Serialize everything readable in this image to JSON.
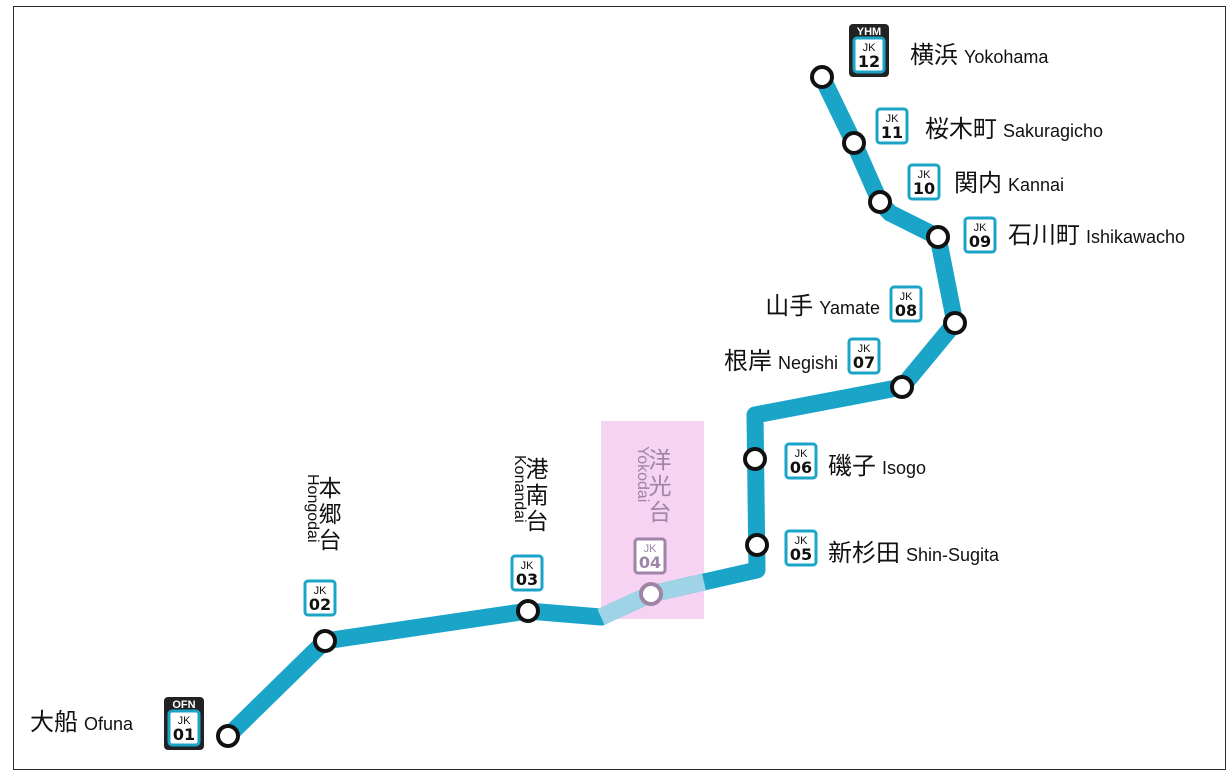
{
  "map": {
    "line_code": "JK",
    "line_color": "#1aa5c8",
    "highlight_color": "#f6d2f3",
    "dimmed_color": "#9e84a6",
    "stations": [
      {
        "code": "JK",
        "num": "01",
        "jp": "大船",
        "en": "Ofuna",
        "transfer": "OFN"
      },
      {
        "code": "JK",
        "num": "02",
        "jp": "本郷台",
        "en": "Hongodai"
      },
      {
        "code": "JK",
        "num": "03",
        "jp": "港南台",
        "en": "Konandai"
      },
      {
        "code": "JK",
        "num": "04",
        "jp": "洋光台",
        "en": "Yokodai",
        "highlighted": true
      },
      {
        "code": "JK",
        "num": "05",
        "jp": "新杉田",
        "en": "Shin-Sugita"
      },
      {
        "code": "JK",
        "num": "06",
        "jp": "磯子",
        "en": "Isogo"
      },
      {
        "code": "JK",
        "num": "07",
        "jp": "根岸",
        "en": "Negishi"
      },
      {
        "code": "JK",
        "num": "08",
        "jp": "山手",
        "en": "Yamate"
      },
      {
        "code": "JK",
        "num": "09",
        "jp": "石川町",
        "en": "Ishikawacho"
      },
      {
        "code": "JK",
        "num": "10",
        "jp": "関内",
        "en": "Kannai"
      },
      {
        "code": "JK",
        "num": "11",
        "jp": "桜木町",
        "en": "Sakuragicho"
      },
      {
        "code": "JK",
        "num": "12",
        "jp": "横浜",
        "en": "Yokohama",
        "transfer": "YHM"
      }
    ]
  }
}
